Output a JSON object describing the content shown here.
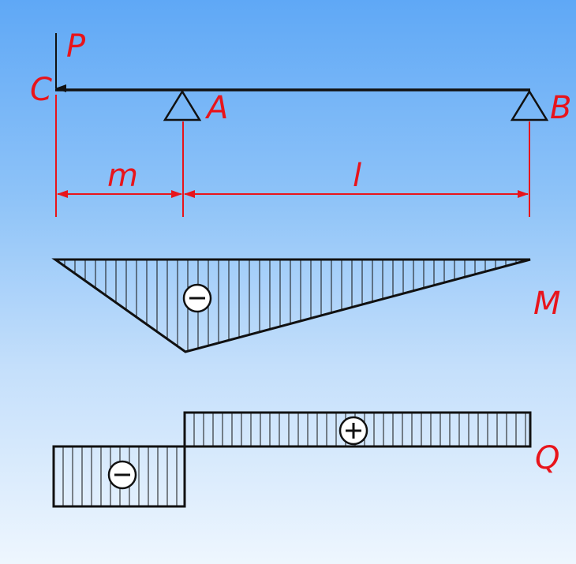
{
  "labels": {
    "load": "P",
    "point_c": "C",
    "support_a": "A",
    "support_b": "B",
    "dim_m": "m",
    "dim_l": "l",
    "moment_diagram": "M",
    "shear_diagram": "Q"
  },
  "signs": {
    "moment": "−",
    "shear_left": "−",
    "shear_right": "+"
  },
  "colors": {
    "structure": "#111111",
    "dimension": "#e8141b",
    "label": "#e8141b",
    "hatch": "#111111"
  }
}
